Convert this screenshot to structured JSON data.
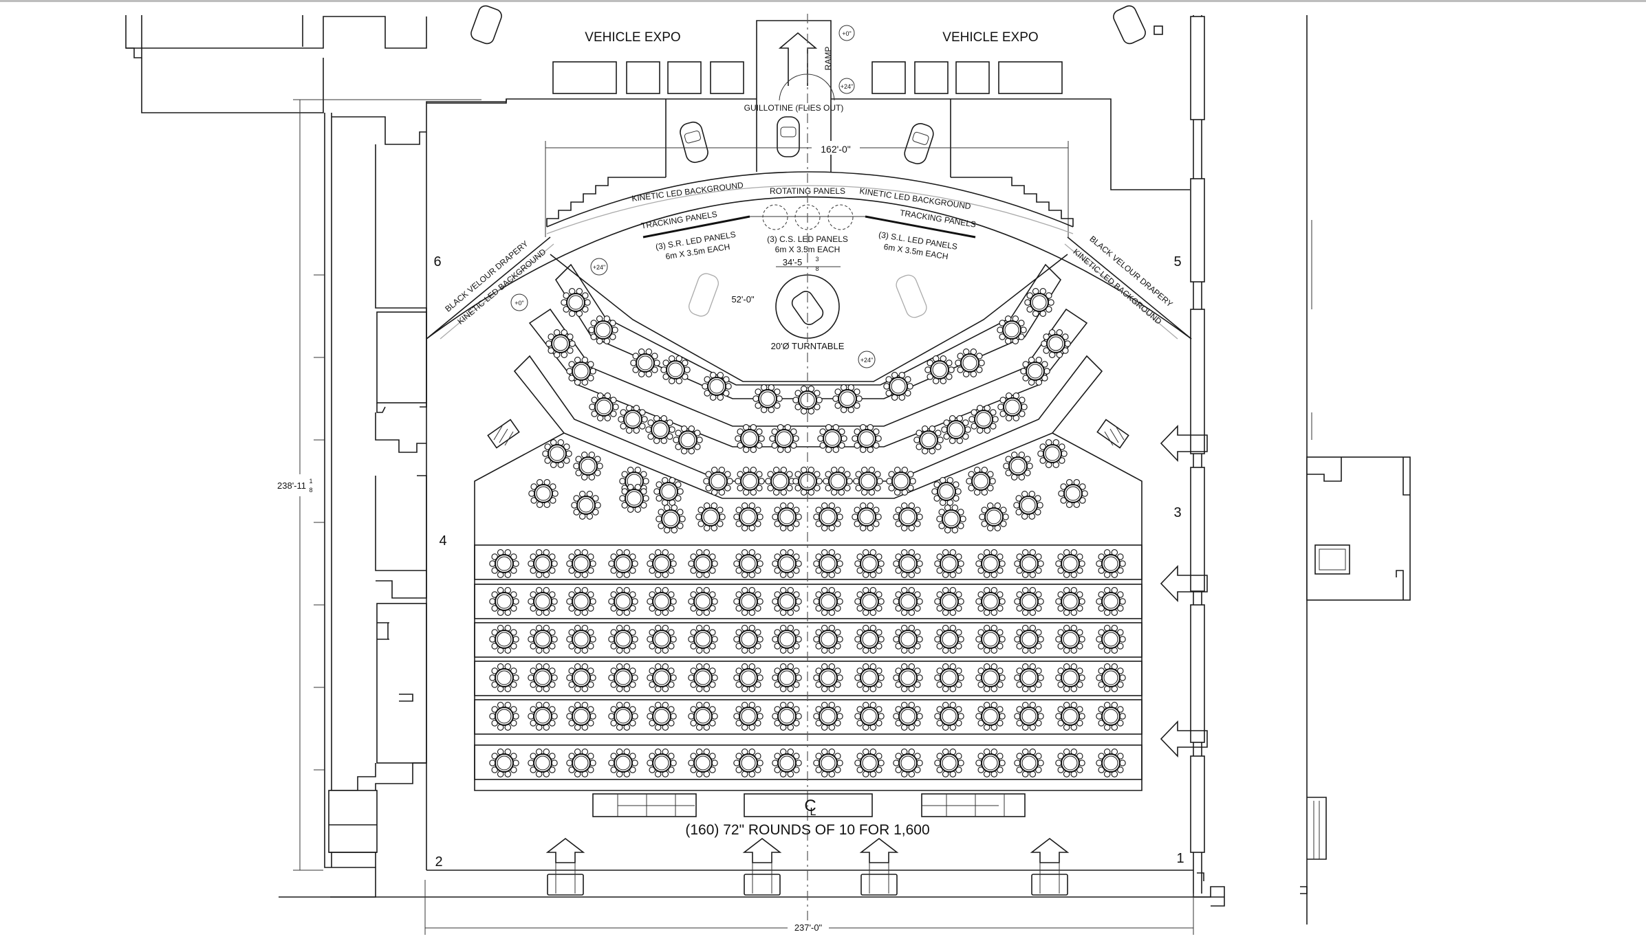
{
  "labels": {
    "vehicle_expo_left": "VEHICLE EXPO",
    "vehicle_expo_right": "VEHICLE EXPO",
    "ramp": "RAMP",
    "guillotine": "GUILLOTINE (FLIES OUT)",
    "width_stage": "162'-0\"",
    "kinetic_led_left": "KINETIC LED BACKGROUND",
    "kinetic_led_right": "KINETIC LED BACKGROUND",
    "rotating_panels": "ROTATING PANELS",
    "tracking_panels_left": "TRACKING PANELS",
    "tracking_panels_right": "TRACKING PANELS",
    "sr_led_1": "(3) S.R. LED PANELS",
    "sr_led_2": "6m X  3.5m EACH",
    "cs_led_1": "(3) C.S. LED PANELS",
    "cs_led_2": "6m X  3.5m EACH",
    "sl_led_1": "(3) S.L. LED PANELS",
    "sl_led_2": "6m X  3.5m EACH",
    "black_velour_left": "BLACK VELOUR DRAPERY",
    "kinetic_led_side_left": "KINETIC LED BACKGROUND",
    "black_velour_right": "BLACK VELOUR DRAPERY",
    "kinetic_led_side_right": "KINETIC LED BACKGROUND",
    "dim_34": "34'-5",
    "dim_34_frac_num": "3",
    "dim_34_frac_den": "8",
    "dim_52": "52'-0\"",
    "turntable": "20'Ø TURNTABLE",
    "elev_plus0_a": "+0\"",
    "elev_plus24_a": "+24\"",
    "elev_plus24_b": "+24\"",
    "elev_plus0_b": "+0\"",
    "elev_plus24_c": "+24\"",
    "centerline": "C",
    "centerline_sub": "L",
    "rounds_caption": "(160) 72\" ROUNDS OF 10 FOR 1,600",
    "dim_height": "238'-11",
    "dim_height_frac_num": "1",
    "dim_height_frac_den": "8",
    "dim_width": "237'-0\"",
    "door_1": "1",
    "door_2": "2",
    "door_3": "3",
    "door_4": "4",
    "door_5": "5",
    "door_6": "6"
  },
  "seating": {
    "table_count": 160,
    "table_size": "72\"",
    "seats_per_table": 10,
    "total_seats": "1,600"
  },
  "colors": {
    "line": "#1a1a1a",
    "background": "#ffffff",
    "grey_car": "#aaaaaa"
  }
}
